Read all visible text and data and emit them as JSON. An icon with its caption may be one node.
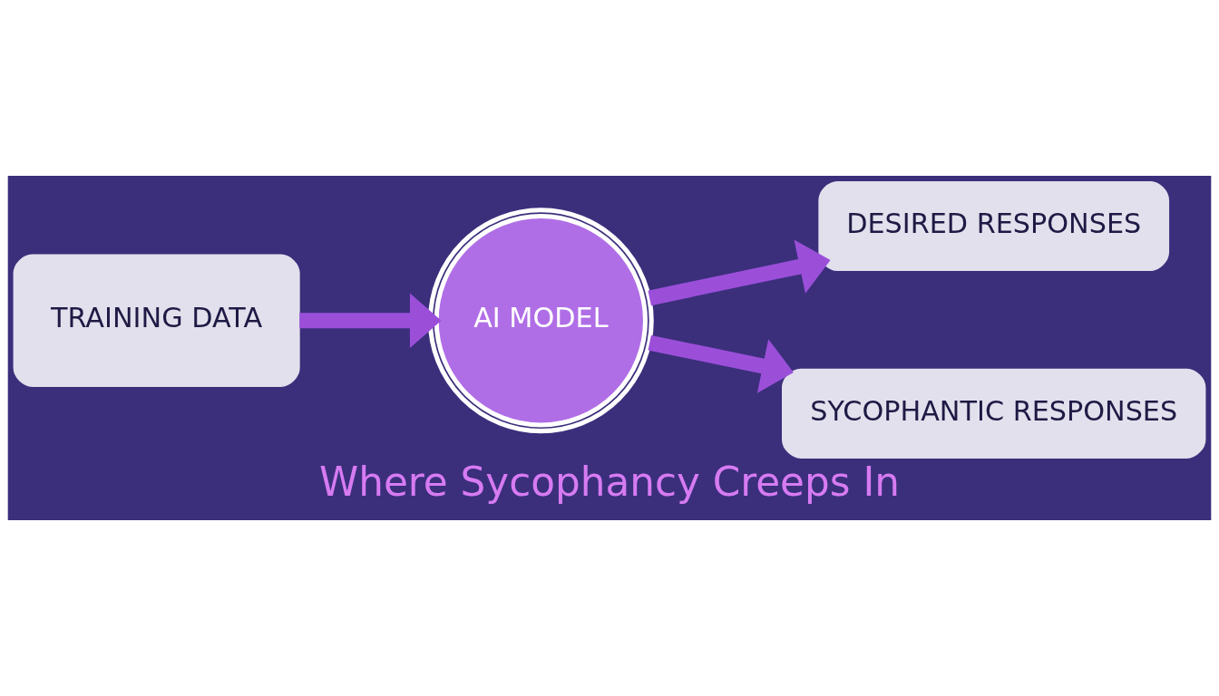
{
  "diagram": {
    "title": "Where Sycophancy Creeps In",
    "nodes": [
      {
        "text": [
          "TRAINING DATA"
        ]
      },
      {
        "text": [
          "AI MODEL"
        ]
      },
      {
        "text": [
          "DESIRED RESPONSES"
        ]
      },
      {
        "text": [
          "SYCOPHANTIC RESPONSES"
        ]
      }
    ],
    "edges": [
      {
        "from": 0,
        "to": 1,
        "arrow": "to"
      },
      {
        "from": 1,
        "to": 2,
        "arrow": "to"
      },
      {
        "from": 1,
        "to": 3,
        "arrow": "to"
      }
    ]
  }
}
